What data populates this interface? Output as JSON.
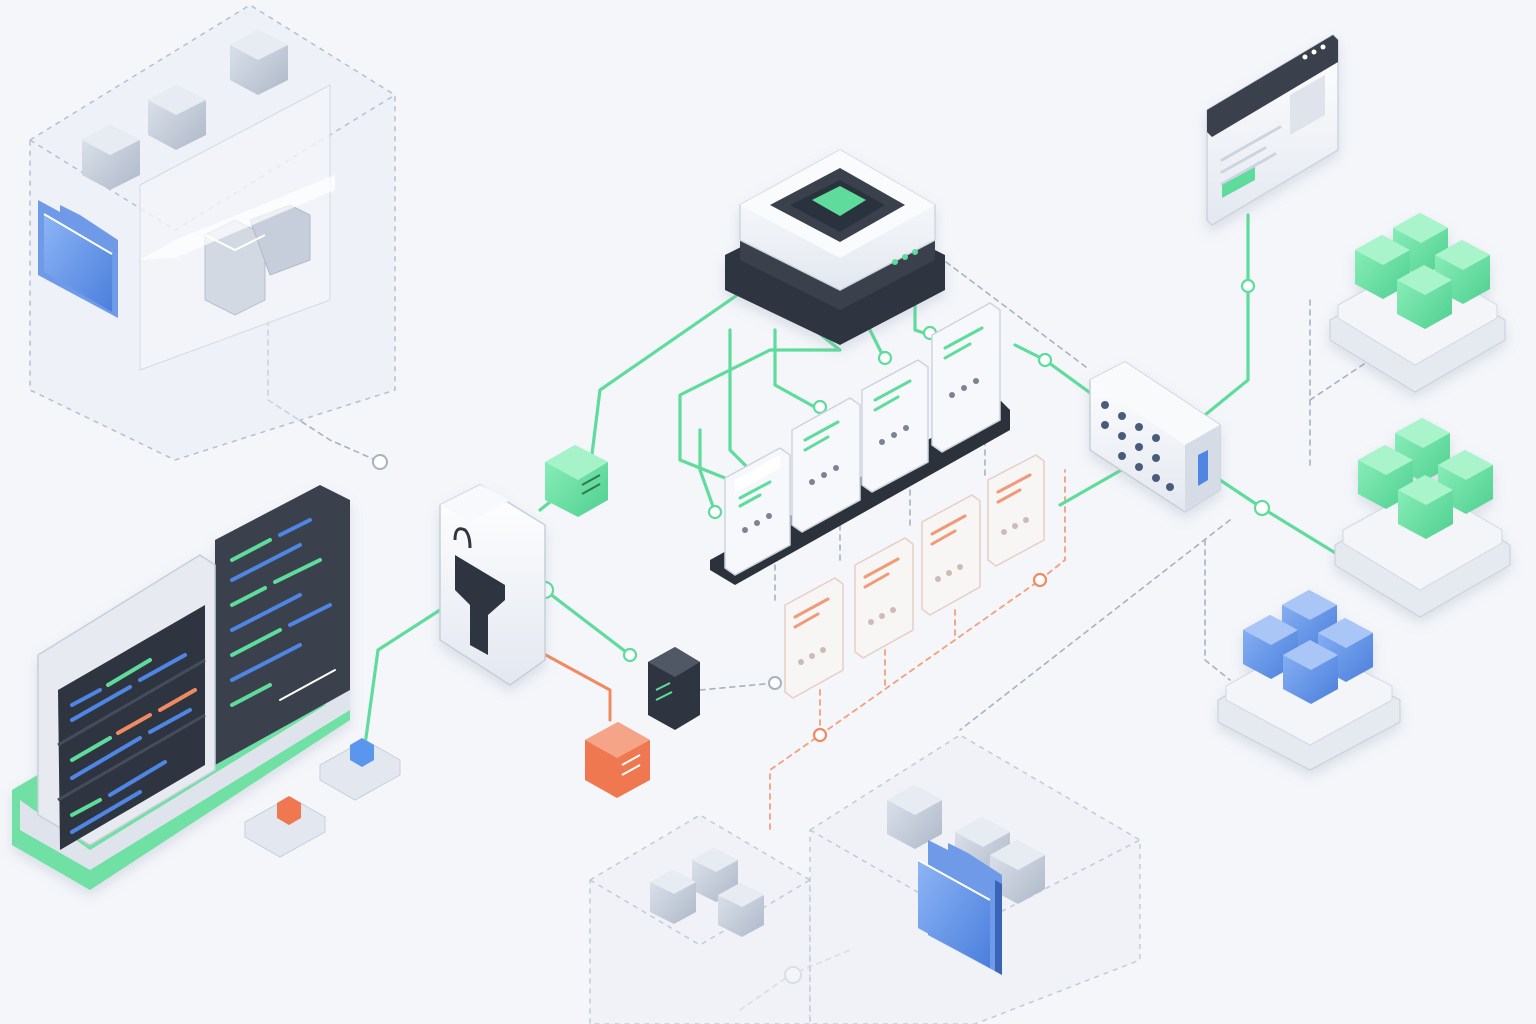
{
  "palette": {
    "background": "#f4f6fa",
    "green": "#5fdc9c",
    "green_dark": "#3fbf7f",
    "blue": "#4f86e3",
    "orange": "#f08a62",
    "dark": "#3a414d",
    "darker": "#2c323c",
    "gray_line": "#a8b1c2",
    "orange_dash": "#f3a07e",
    "white": "#ffffff"
  },
  "icons": [
    "folder-icon",
    "cube-icon",
    "code-editor-icon",
    "funnel-filter-icon",
    "processor-chip-icon",
    "browser-window-icon",
    "network-switch-icon",
    "document-card-icon",
    "server-box-icon"
  ],
  "counts": {
    "green_worker_cards": 4,
    "orange_worker_cards": 4,
    "output_green_stacks": 2,
    "output_blue_stacks": 1
  }
}
